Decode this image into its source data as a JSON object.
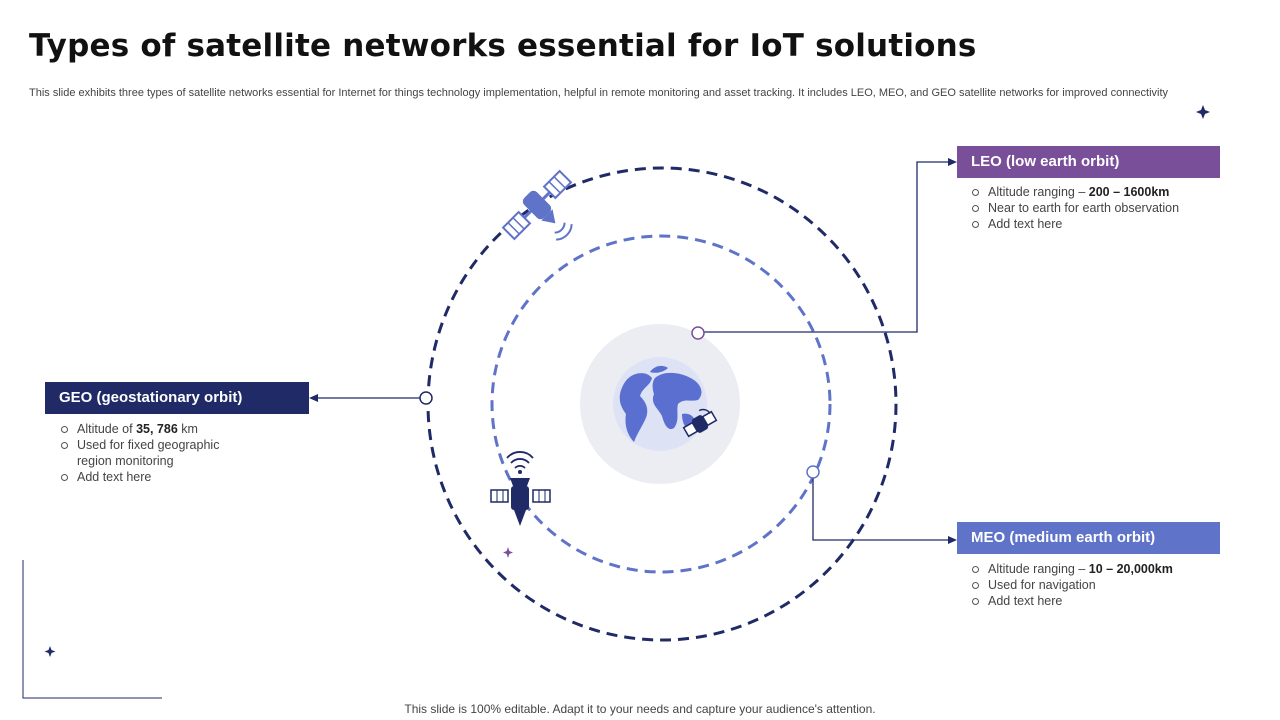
{
  "title": "Types of satellite networks essential for IoT solutions",
  "subtitle": "This slide exhibits three types of satellite networks essential for Internet for things technology implementation, helpful in remote monitoring and asset tracking. It includes LEO, MEO,  and GEO satellite networks for improved connectivity",
  "panels": {
    "leo": {
      "title": "LEO (low earth orbit)",
      "items": [
        {
          "text": "Altitude ranging  – ",
          "bold": "200 – 1600km"
        },
        {
          "text": "Near to earth for earth observation",
          "bold": ""
        },
        {
          "text": "Add text here",
          "bold": ""
        }
      ]
    },
    "geo": {
      "title": "GEO (geostationary orbit)",
      "items": [
        {
          "text": "Altitude of ",
          "bold": "35, 786",
          "after": " km"
        },
        {
          "text": "Used for fixed geographic region monitoring",
          "bold": ""
        },
        {
          "text": "Add text here",
          "bold": ""
        }
      ]
    },
    "meo": {
      "title": "MEO (medium earth orbit)",
      "items": [
        {
          "text": "Altitude ranging  – ",
          "bold": "10 – 20,000km"
        },
        {
          "text": "Used for navigation",
          "bold": ""
        },
        {
          "text": "Add text here",
          "bold": ""
        }
      ]
    }
  },
  "colors": {
    "leo": "#7a4f9a",
    "geo": "#1f2a66",
    "meo": "#5f73c9",
    "outer_orbit": "#1f2a66",
    "inner_orbit": "#5f73c9",
    "earth_land": "#5b6fd0",
    "earth_ocean": "#dde2f5"
  },
  "icons": [
    "satellite-icon",
    "globe-icon",
    "sparkle-icon"
  ],
  "footer": "This slide is 100% editable. Adapt it to your needs and capture your audience's attention."
}
